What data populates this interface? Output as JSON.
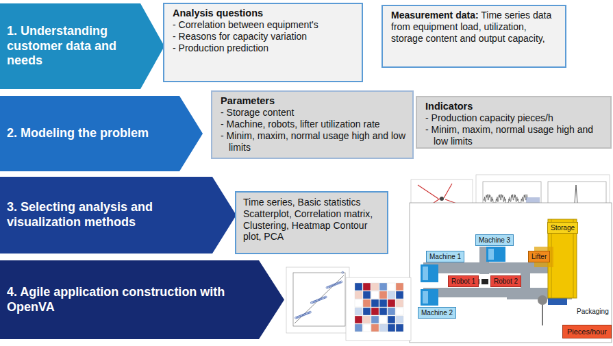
{
  "diagram": {
    "nodes": [
      {
        "text": [
          "1. Understanding customer data and needs"
        ]
      },
      {
        "text": [
          "Analysis questions",
          "- Correlation between equipment's",
          "- Reasons for capacity variation",
          "- Production prediction"
        ]
      },
      {
        "text": [
          "Measurement data:",
          "Time series data from equipment load, utilization, storage content and output capacity,"
        ]
      },
      {
        "text": [
          "2. Modeling the problem"
        ]
      },
      {
        "text": [
          "Parameters",
          "- Storage content",
          "- Machine, robots, lifter utilization rate",
          "- Minim, maxim, normal usage high and low limits"
        ]
      },
      {
        "text": [
          "Indicators",
          "- Production capacity pieces/h",
          "- Minim, maxim, normal usage high and low limits"
        ]
      },
      {
        "text": [
          "3. Selecting analysis and visualization methods"
        ]
      },
      {
        "text": [
          "Time series, Basic statistics Scatterplot, Correlation matrix, Clustering, Heatmap Contour plot, PCA"
        ]
      },
      {
        "text": [
          "4. Agile application construction with OpenVA"
        ]
      },
      {
        "text": [
          "Machine 1"
        ]
      },
      {
        "text": [
          "Machine 2"
        ]
      },
      {
        "text": [
          "Machine 3"
        ]
      },
      {
        "text": [
          "Robot 1"
        ]
      },
      {
        "text": [
          "Robot 2"
        ]
      },
      {
        "text": [
          "Storage"
        ]
      },
      {
        "text": [
          "Lifter"
        ]
      },
      {
        "text": [
          "Pieces/hour"
        ]
      }
    ],
    "labels": [
      "Packaging"
    ]
  }
}
